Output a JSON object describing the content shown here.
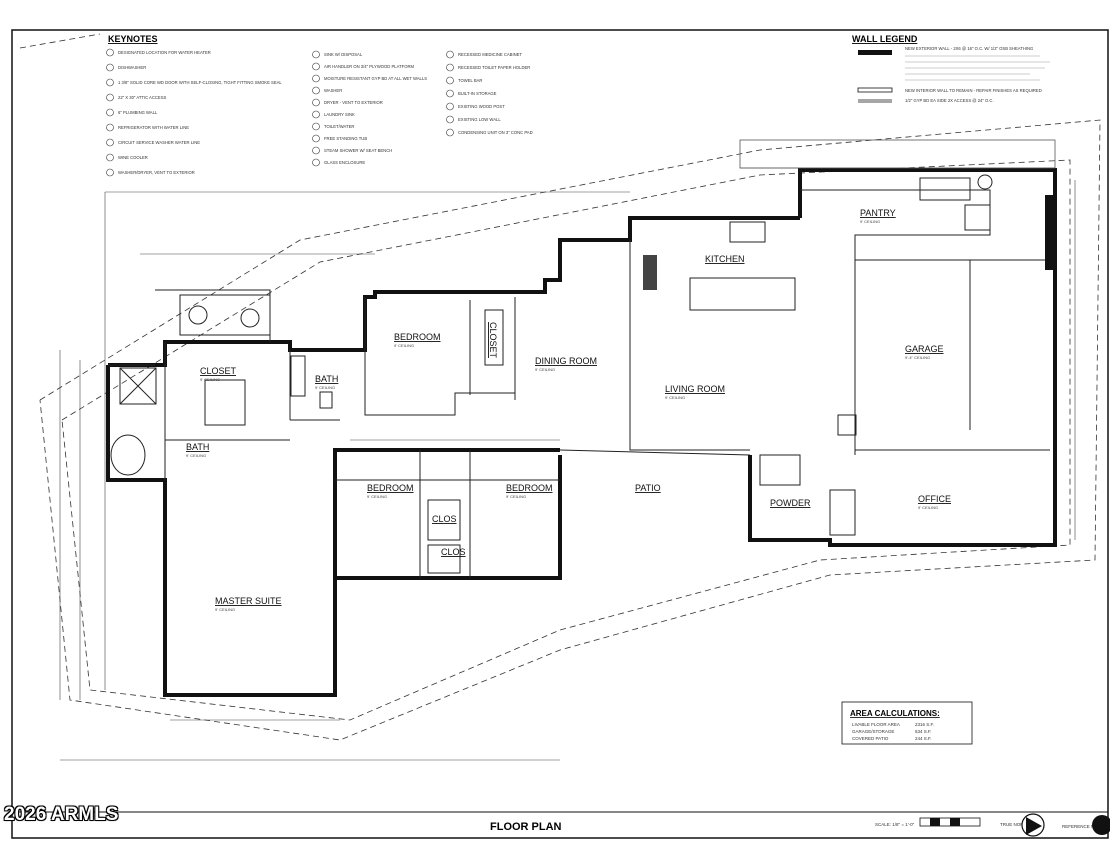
{
  "keynotes": {
    "title": "KEYNOTES",
    "col1": [
      "1",
      "2",
      "3",
      "4",
      "5",
      "6",
      "7",
      "8",
      "9"
    ],
    "col1_text": [
      "DESIGNATED LOCATION FOR WATER HEATER",
      "DISHWASHER",
      "1 3/8\" SOLID CORE WD DOOR WITH SELF-CLOSING, TIGHT FITTING SMOKE SEAL",
      "22\" X 30\" ATTIC ACCESS",
      "6\" PLUMBING WALL",
      "REFRIGERATOR WITH WATER LINE",
      "CIRCUIT SERVICE WASHER WATER LINE",
      "WINE COOLER",
      "WASHER/DRYER, VENT TO EXTERIOR"
    ],
    "col2": [
      "10",
      "11",
      "12",
      "13",
      "14",
      "15",
      "16",
      "17",
      "18",
      "19"
    ],
    "col2_text": [
      "SINK W/ DISPOSAL",
      "AIR HANDLER ON 3/4\" PLYWOOD PLATFORM",
      "MOISTURE RESISTANT GYP BD AT ALL WET WALLS",
      "WASHER",
      "DRYER - VENT TO EXTERIOR",
      "LAUNDRY SINK",
      "TOILET/WATER",
      "FREE STANDING TUB",
      "STEAM SHOWER W/ SEAT BENCH",
      "GLASS ENCLOSURE"
    ],
    "col3": [
      "20",
      "21",
      "22",
      "23",
      "24",
      "25",
      "26"
    ],
    "col3_text": [
      "RECESSED MEDICINE CABINET",
      "RECESSED TOILET PAPER HOLDER",
      "TOWEL BAR",
      "BUILT-IN STORAGE",
      "EXISTING WOOD POST",
      "EXISTING LOW WALL",
      "CONDENSING UNIT ON 3\" CONC PAD"
    ]
  },
  "wall_legend": {
    "title": "WALL LEGEND",
    "items": [
      "NEW EXTERIOR WALL - 2X6 @ 16\" O.C. W/ 1/2\" OSB SHEATHING",
      "NEW INTERIOR WALL TO REMAIN - REPAIR FINISHES AS REQUIRED",
      "1/2\" GYP BD EA SIDE 2X ACCESS @ 24\" O.C."
    ]
  },
  "rooms": [
    {
      "name": "KITCHEN",
      "ceiling": ""
    },
    {
      "name": "PANTRY",
      "ceiling": "9' CEILING"
    },
    {
      "name": "BEDROOM",
      "ceiling": "9' CEILING"
    },
    {
      "name": "CLOSET",
      "ceiling": ""
    },
    {
      "name": "DINING ROOM",
      "ceiling": "9' CEILING"
    },
    {
      "name": "CLOSET",
      "ceiling": "9' CEILING"
    },
    {
      "name": "BATH",
      "ceiling": "9' CEILING"
    },
    {
      "name": "LIVING ROOM",
      "ceiling": "9' CEILING"
    },
    {
      "name": "GARAGE",
      "ceiling": "9'-4\" CEILING"
    },
    {
      "name": "BATH",
      "ceiling": "9' CEILING"
    },
    {
      "name": "BEDROOM",
      "ceiling": "9' CEILING"
    },
    {
      "name": "BEDROOM",
      "ceiling": "9' CEILING"
    },
    {
      "name": "PATIO",
      "ceiling": ""
    },
    {
      "name": "POWDER",
      "ceiling": ""
    },
    {
      "name": "OFFICE",
      "ceiling": "9' CEILING"
    },
    {
      "name": "CLOS",
      "ceiling": ""
    },
    {
      "name": "CLOS",
      "ceiling": ""
    },
    {
      "name": "MASTER SUITE",
      "ceiling": "9' CEILING"
    }
  ],
  "area_calculations": {
    "title": "AREA CALCULATIONS:",
    "rows": [
      {
        "label": "LIVABLE FLOOR AREA",
        "value": "2316 S.F."
      },
      {
        "label": "GARAGE/STORAGE",
        "value": "534 S.F."
      },
      {
        "label": "COVERED PATIO",
        "value": "244 S.F."
      }
    ]
  },
  "title_block": {
    "title": "FLOOR PLAN",
    "scale": "SCALE: 1/8\" = 1'-0\"",
    "true_north": "TRUE NORTH",
    "reference_north": "REFERENCE NORTH"
  },
  "watermark": "2026 ARMLS",
  "colors": {
    "ink": "#111111",
    "paper": "#ffffff"
  }
}
